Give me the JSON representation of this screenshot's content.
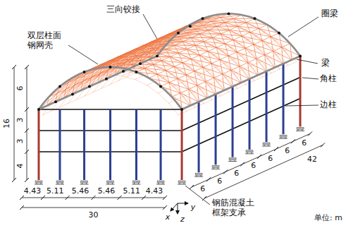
{
  "diagram": {
    "labels": [
      "三向铰接",
      "圈梁",
      "双层柱面 钢网壳",
      "梁",
      "角柱",
      "边柱",
      "钢筋混凝土 框架支承",
      "单位: m",
      "16",
      "6",
      "3",
      "3",
      "4",
      "4.43",
      "5.11",
      "5.46",
      "5.46",
      "5.11",
      "4.43",
      "30",
      "6",
      "6",
      "6",
      "6",
      "6",
      "6",
      "6",
      "42",
      "x",
      "y",
      "z"
    ]
  }
}
